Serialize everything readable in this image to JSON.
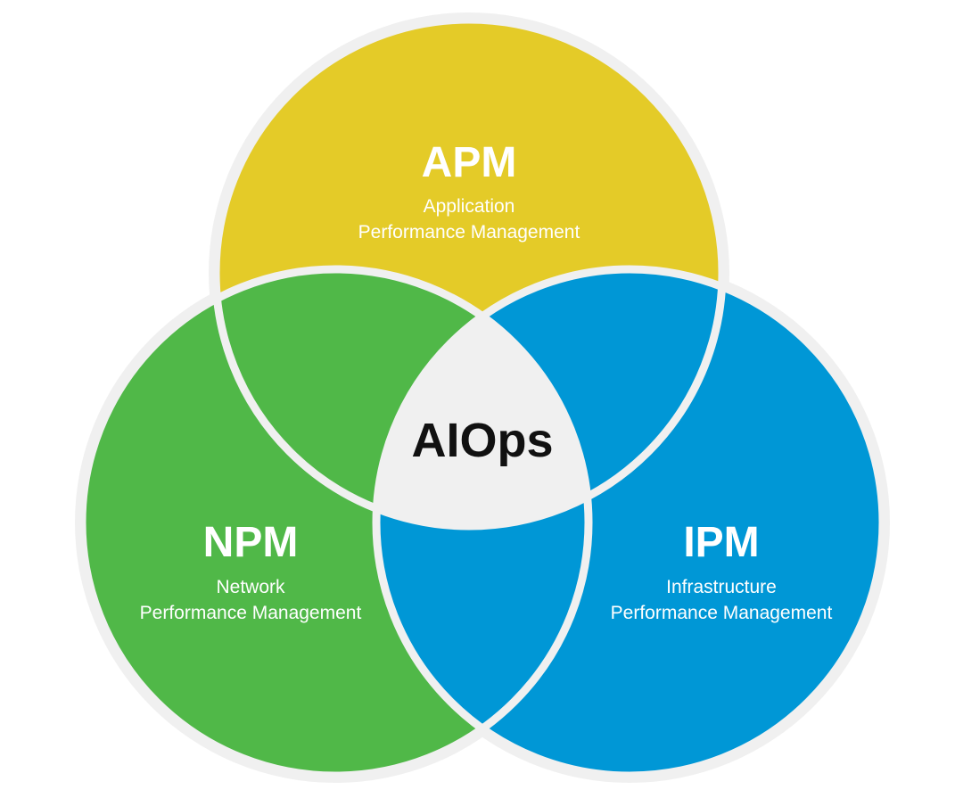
{
  "diagram": {
    "center": {
      "label": "AIOps",
      "color": "#f0f0f0"
    },
    "outline_color": "#f0f0f0",
    "circles": [
      {
        "id": "apm",
        "title": "APM",
        "subtitle_line1": "Application",
        "subtitle_line2": "Performance Management",
        "color": "#e4cb28"
      },
      {
        "id": "npm",
        "title": "NPM",
        "subtitle_line1": "Network",
        "subtitle_line2": "Performance Management",
        "color": "#50b848"
      },
      {
        "id": "ipm",
        "title": "IPM",
        "subtitle_line1": "Infrastructure",
        "subtitle_line2": "Performance Management",
        "color": "#0097d6"
      }
    ],
    "overlaps": {
      "apm_npm": "#50b848",
      "apm_ipm": "#0097d6",
      "npm_ipm": "#0097d6"
    }
  }
}
